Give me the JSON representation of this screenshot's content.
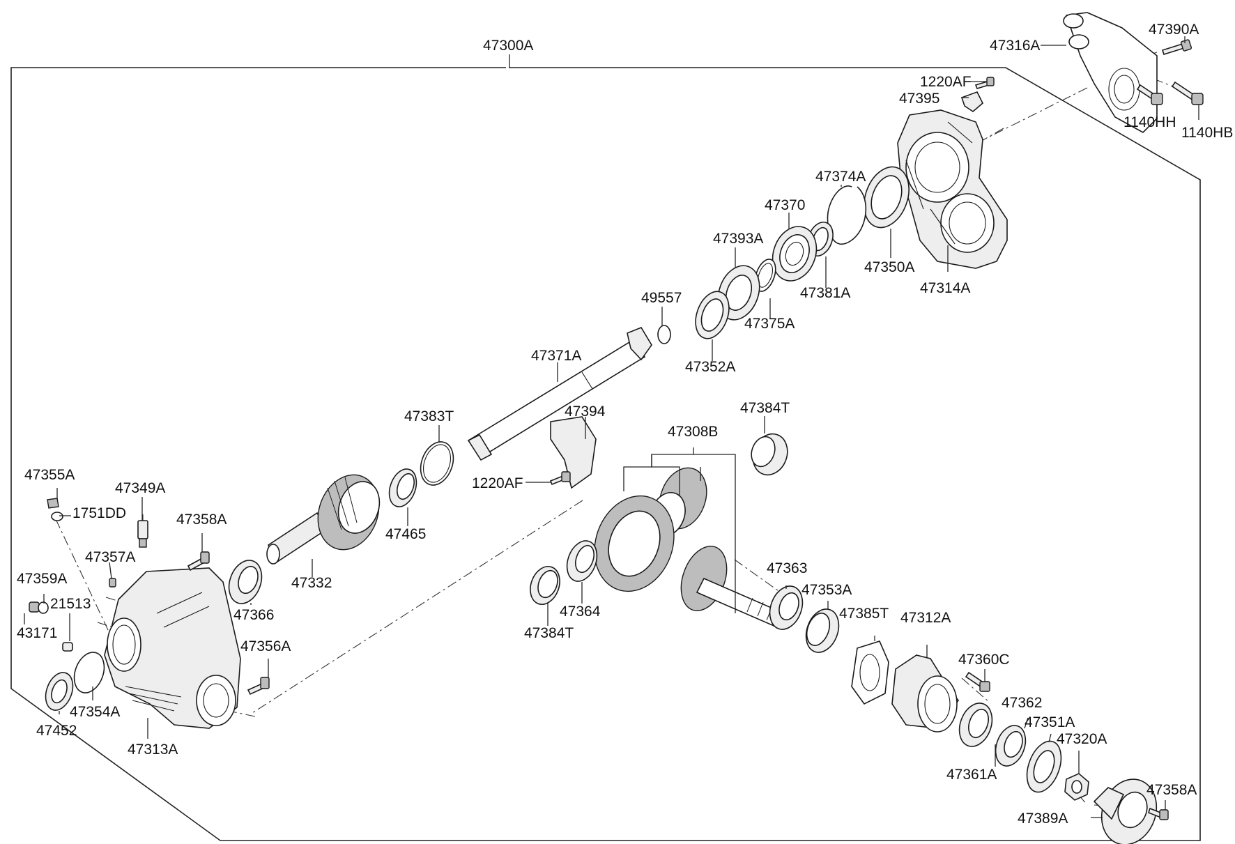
{
  "assembly_label": "47300A",
  "labels": {
    "l47390A": "47390A",
    "l47316A": "47316A",
    "l1220AF_top": "1220AF",
    "l47395": "47395",
    "l1140HH": "1140HH",
    "l1140HB": "1140HB",
    "l47374A": "47374A",
    "l47370": "47370",
    "l47393A": "47393A",
    "l47350A": "47350A",
    "l47314A": "47314A",
    "l47381A": "47381A",
    "l49557": "49557",
    "l47375A": "47375A",
    "l47352A": "47352A",
    "l47371A": "47371A",
    "l47383T": "47383T",
    "l47394": "47394",
    "l47384T_top": "47384T",
    "l47308B": "47308B",
    "l1220AF_mid": "1220AF",
    "l47355A": "47355A",
    "l47349A": "47349A",
    "l1751DD": "1751DD",
    "l47358A_left": "47358A",
    "l47465": "47465",
    "l47357A": "47357A",
    "l47359A": "47359A",
    "l21513": "21513",
    "l43171": "43171",
    "l47332": "47332",
    "l47366": "47366",
    "l47363": "47363",
    "l47353A": "47353A",
    "l47364": "47364",
    "l47384T_bot": "47384T",
    "l47385T": "47385T",
    "l47312A": "47312A",
    "l47356A": "47356A",
    "l47360C": "47360C",
    "l47354A": "47354A",
    "l47452": "47452",
    "l47313A": "47313A",
    "l47362": "47362",
    "l47351A": "47351A",
    "l47320A": "47320A",
    "l47361A": "47361A",
    "l47358A_right": "47358A",
    "l47389A": "47389A"
  }
}
